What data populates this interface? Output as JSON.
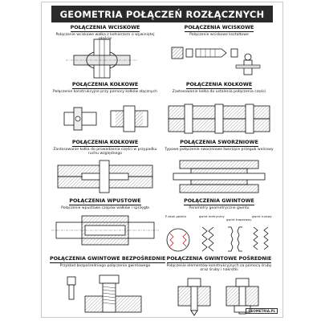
{
  "title": "GEOMETRIA POŁĄCZEŃ ROZŁĄCZNYCH",
  "sections": [
    {
      "heading": "POŁĄCZENIA WCISKOWE",
      "desc": "Połączenie wciskowe wałka z kołnierzem o wywiniętej płaście"
    },
    {
      "heading": "POŁĄCZENIA WCISKOWE",
      "desc": "Połączenie wciskowe kształtowe"
    },
    {
      "heading": "POŁĄCZENIA KOŁKOWE",
      "desc": "Połączenie konstrukcyjne przy pomocy kołków złącznych"
    },
    {
      "heading": "POŁĄCZENIA KOŁKOWE",
      "desc": "Zastosowanie kołka do ustalenia połączenia części"
    },
    {
      "heading": "POŁĄCZENIA KOŁKOWE",
      "desc": "Zastosowanie kołka do prowadzenia części w przypadku ruchu względnego"
    },
    {
      "heading": "POŁĄCZENIA SWORZNIOWE",
      "desc": "Typowe połączenie sworzniowe tworzące przegub walcowy"
    },
    {
      "heading": "POŁĄCZENIA WPUSTOWE",
      "desc": "Połączenie wpustowe czopów wałków i sprzęgła"
    },
    {
      "heading": "POŁĄCZENIA GWINTOWE",
      "desc": "Parametry geometryczne gwintu"
    },
    {
      "heading": "POŁĄCZENIA GWINTOWE BEZPOŚREDNIE",
      "desc": "Przykład bezpośredniego połączenia gwintowego"
    },
    {
      "heading": "POŁĄCZENIA GWINTOWE POŚREDNIE",
      "desc": "Połączenie elementów konstrukcyjnych za pomocą śruby oraz śruby i nakrętki"
    }
  ],
  "thread_labels": {
    "a": "P-skok gwintu",
    "b": "gwint metryczny",
    "c": "gwint trapezowy",
    "d": "gwint rurowy"
  },
  "logo": "GEOMETRIA.PL",
  "colors": {
    "title_bg": "#2a2a2a",
    "hatch": "#444444",
    "line": "#111111"
  }
}
